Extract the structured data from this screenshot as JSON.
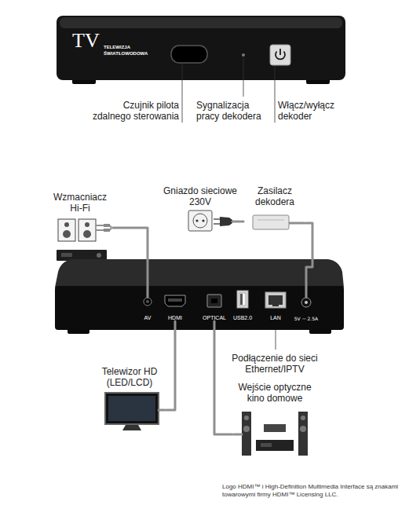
{
  "diagram": {
    "nodes": [
      {
        "text": [
          "Wzmacniacz Hi-Fi"
        ]
      },
      {
        "text": [
          "Gniazdo sieciowe 230V"
        ]
      },
      {
        "text": [
          "Zasilacz dekodera"
        ]
      },
      {
        "text": [
          "AV"
        ]
      },
      {
        "text": [
          "HDMI"
        ]
      },
      {
        "text": [
          "OPTICAL"
        ]
      },
      {
        "text": [
          "USB2.0"
        ]
      },
      {
        "text": [
          "LAN"
        ]
      },
      {
        "text": [
          "5V ⎓ 2.5A"
        ]
      },
      {
        "text": [
          "Telewizor HD (LED/LCD)"
        ]
      },
      {
        "text": [
          "Wejście optyczne kino domowe"
        ]
      }
    ],
    "edges": [
      {
        "from": 0,
        "to": 3,
        "arrow": "none"
      },
      {
        "from": 1,
        "to": 2,
        "arrow": "none"
      },
      {
        "from": 2,
        "to": 8,
        "arrow": "none"
      },
      {
        "from": 4,
        "to": 9,
        "arrow": "none"
      },
      {
        "from": 5,
        "to": 10,
        "arrow": "none"
      }
    ],
    "labels": [
      "TV",
      "TELEWIZJA ŚWIATŁOWODOWA",
      "Czujnik pilota zdalnego sterowania",
      "Sygnalizacja pracy dekodera",
      "Włącz/wyłącz dekoder",
      "Podłączenie do sieci Ethernet/IPTV",
      "Logo HDMI™ i High-Definition Multimedia Interface są znakami towarowymi firmy HDMI™ Licensing LLC."
    ]
  }
}
